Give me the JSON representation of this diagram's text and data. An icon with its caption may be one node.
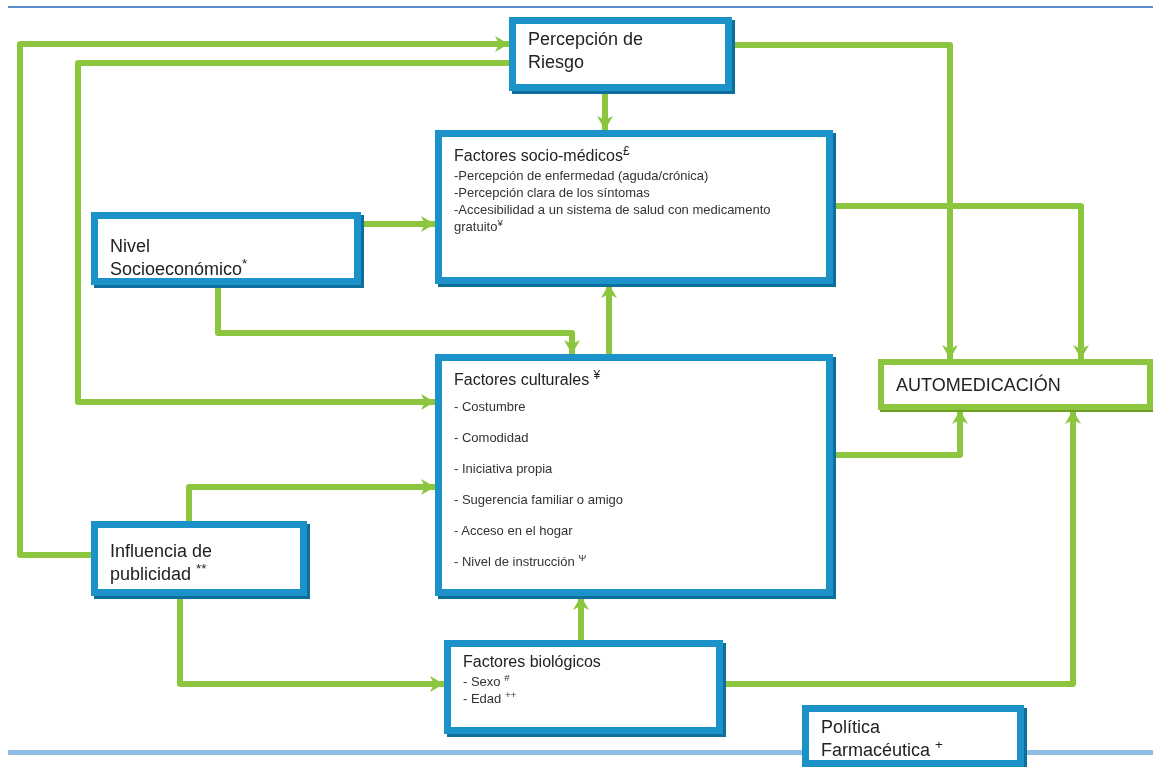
{
  "diagram": {
    "nodes": [
      {
        "text": [
          "Percepción de Riesgo"
        ]
      },
      {
        "text": [
          "Factores socio-médicos$^{£}$",
          "-Percepción de enfermedad (aguda/crónica)",
          "-Percepción clara de los síntomas",
          "-Accesibilidad a un sistema de salud con medicamento gratuito$^{¥}$"
        ]
      },
      {
        "text": [
          "Nivel Socioeconómico$^{*}$"
        ]
      },
      {
        "text": [
          "Factores culturales $^{¥}$",
          "- Costumbre",
          "- Comodidad",
          "- Iniciativa propia",
          "- Sugerencia familiar o amigo",
          "- Acceso en el hogar",
          "- Nivel de instrucción $^{Ψ}$"
        ]
      },
      {
        "text": [
          "AUTOMEDICACIÓN"
        ]
      },
      {
        "text": [
          "Influencia de publicidad $^{**}$"
        ]
      },
      {
        "text": [
          "Factores biológicos",
          "- Sexo $^{#}$",
          "- Edad $^{++}$"
        ]
      },
      {
        "text": [
          "Política Farmacéutica $^{+}$"
        ]
      }
    ],
    "edges": [
      {
        "from": 5,
        "to": 0,
        "arrow": "to"
      },
      {
        "from": 0,
        "to": 3,
        "arrow": "to"
      },
      {
        "from": 0,
        "to": 1,
        "arrow": "to"
      },
      {
        "from": 0,
        "to": 4,
        "arrow": "to"
      },
      {
        "from": 2,
        "to": 1,
        "arrow": "to"
      },
      {
        "from": 2,
        "to": 3,
        "arrow": "to"
      },
      {
        "from": 3,
        "to": 1,
        "arrow": "to"
      },
      {
        "from": 1,
        "to": 4,
        "arrow": "to"
      },
      {
        "from": 3,
        "to": 4,
        "arrow": "to"
      },
      {
        "from": 5,
        "to": 3,
        "arrow": "to"
      },
      {
        "from": 5,
        "to": 6,
        "arrow": "to"
      },
      {
        "from": 6,
        "to": 3,
        "arrow": "to"
      },
      {
        "from": 6,
        "to": 4,
        "arrow": "to"
      }
    ]
  }
}
